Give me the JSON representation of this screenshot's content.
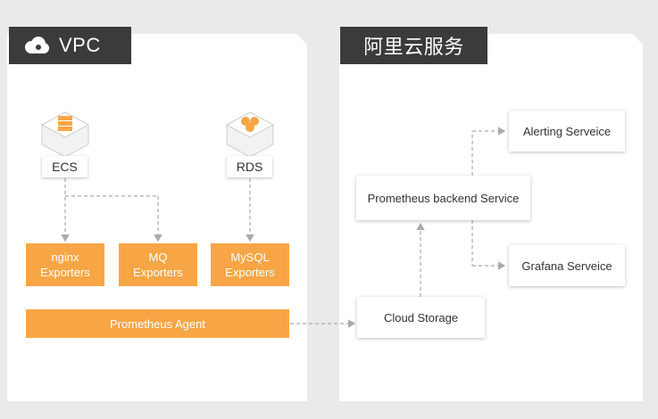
{
  "vpc": {
    "title": "VPC",
    "ecs_label": "ECS",
    "rds_label": "RDS",
    "exporters": [
      {
        "line1": "nginx",
        "line2": "Exporters"
      },
      {
        "line1": "MQ",
        "line2": "Exporters"
      },
      {
        "line1": "MySQL",
        "line2": "Exporters"
      }
    ],
    "agent_label": "Prometheus Agent"
  },
  "aliyun": {
    "title": "阿里云服务",
    "backend_label": "Prometheus backend Service",
    "alerting_label": "Alerting Serveice",
    "grafana_label": "Grafana Serveice",
    "storage_label": "Cloud Storage"
  },
  "colors": {
    "accent_orange": "#f8a645",
    "header_dark": "#3b3b3b",
    "connector_gray": "#aaaaaa"
  }
}
